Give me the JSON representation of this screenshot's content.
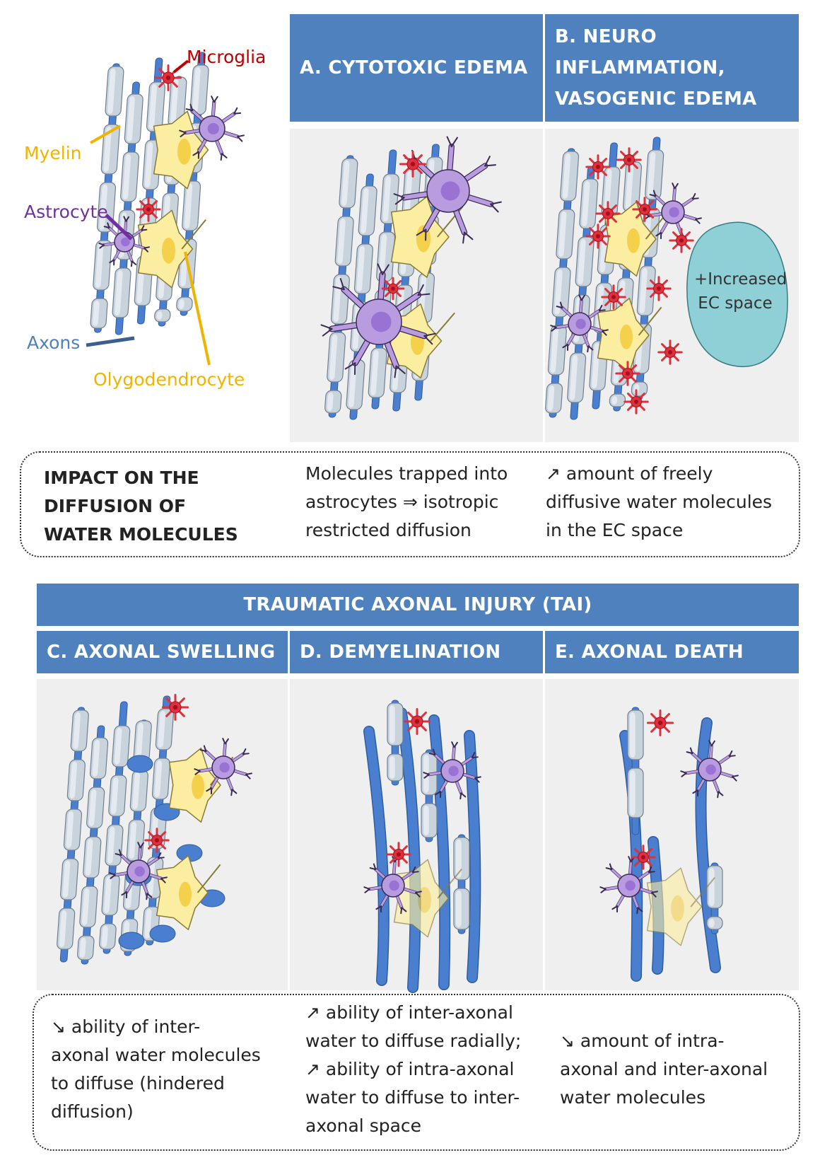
{
  "legend": {
    "microglia": "Microglia",
    "myelin": "Myelin",
    "astrocyte": "Astrocyte",
    "axons": "Axons",
    "oligodendrocyte": "Olygodendrocyte"
  },
  "top_headers": {
    "a": "A. CYTOTOXIC  EDEMA",
    "b_line1": "B. NEURO",
    "b_line2": "INFLAMMATION,",
    "b_line3": "VASOGENIC EDEMA"
  },
  "ec_space": {
    "line1": "+Increased",
    "line2": "EC space"
  },
  "impact": {
    "title_line1": "IMPACT ON THE",
    "title_line2": "DIFFUSION OF",
    "title_line3": "WATER MOLECULES",
    "a_line1": "Molecules trapped into",
    "a_line2": "astrocytes ⇒ isotropic",
    "a_line3": "restricted diffusion",
    "b_line1": "↗ amount of freely",
    "b_line2": "diffusive water molecules",
    "b_line3": "in the EC space"
  },
  "tai": {
    "title": "TRAUMATIC AXONAL INJURY (TAI)",
    "c": "C. AXONAL SWELLING",
    "d": "D. DEMYELINATION",
    "e": "E. AXONAL DEATH"
  },
  "bottom_text": {
    "c_line1": "↘ ability of inter-",
    "c_line2": "axonal water molecules",
    "c_line3": "to diffuse (hindered",
    "c_line4": "diffusion)",
    "d_line1": "↗  ability of inter-axonal",
    "d_line2": "water to diffuse radially;",
    "d_line3": "↗ ability of intra-axonal",
    "d_line4": "water to diffuse to inter-",
    "d_line5": "axonal space",
    "e_line1": "↘ amount of intra-",
    "e_line2": "axonal and inter-axonal",
    "e_line3": "water molecules"
  },
  "colors": {
    "header_blue": "#4e81bd",
    "panel_grey": "#efefef",
    "axon_blue": "#4a7fd0",
    "myelin_grey": "#c9d3dc",
    "oligo_yellow": "#fbeea0",
    "astro_purple": "#b99be0",
    "microglia_red": "#e0303c",
    "ec_teal": "#8fd0d6",
    "label_red": "#c00000",
    "label_yellow": "#f0b400",
    "label_purple": "#7030a0",
    "label_blue": "#4e81bd"
  }
}
